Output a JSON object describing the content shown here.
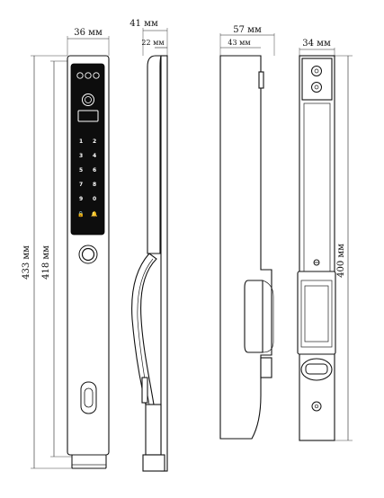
{
  "dimensions": {
    "front_width": "36 мм",
    "side_depth": "41 мм",
    "side_inner": "22 мм",
    "profile_depth": "57 мм",
    "profile_inner": "43 мм",
    "rear_width": "34 мм",
    "total_height": "433 мм",
    "panel_height": "418 мм",
    "rear_height": "400 мм"
  },
  "keypad": {
    "left_keys": [
      "1",
      "3",
      "5",
      "7",
      "9"
    ],
    "right_keys": [
      "2",
      "4",
      "6",
      "8",
      "0"
    ],
    "lock_glyph": "🔒",
    "bell_glyph": "🔔"
  },
  "colors": {
    "line": "#111111",
    "panel": "#0d0d0d",
    "background": "#ffffff"
  }
}
